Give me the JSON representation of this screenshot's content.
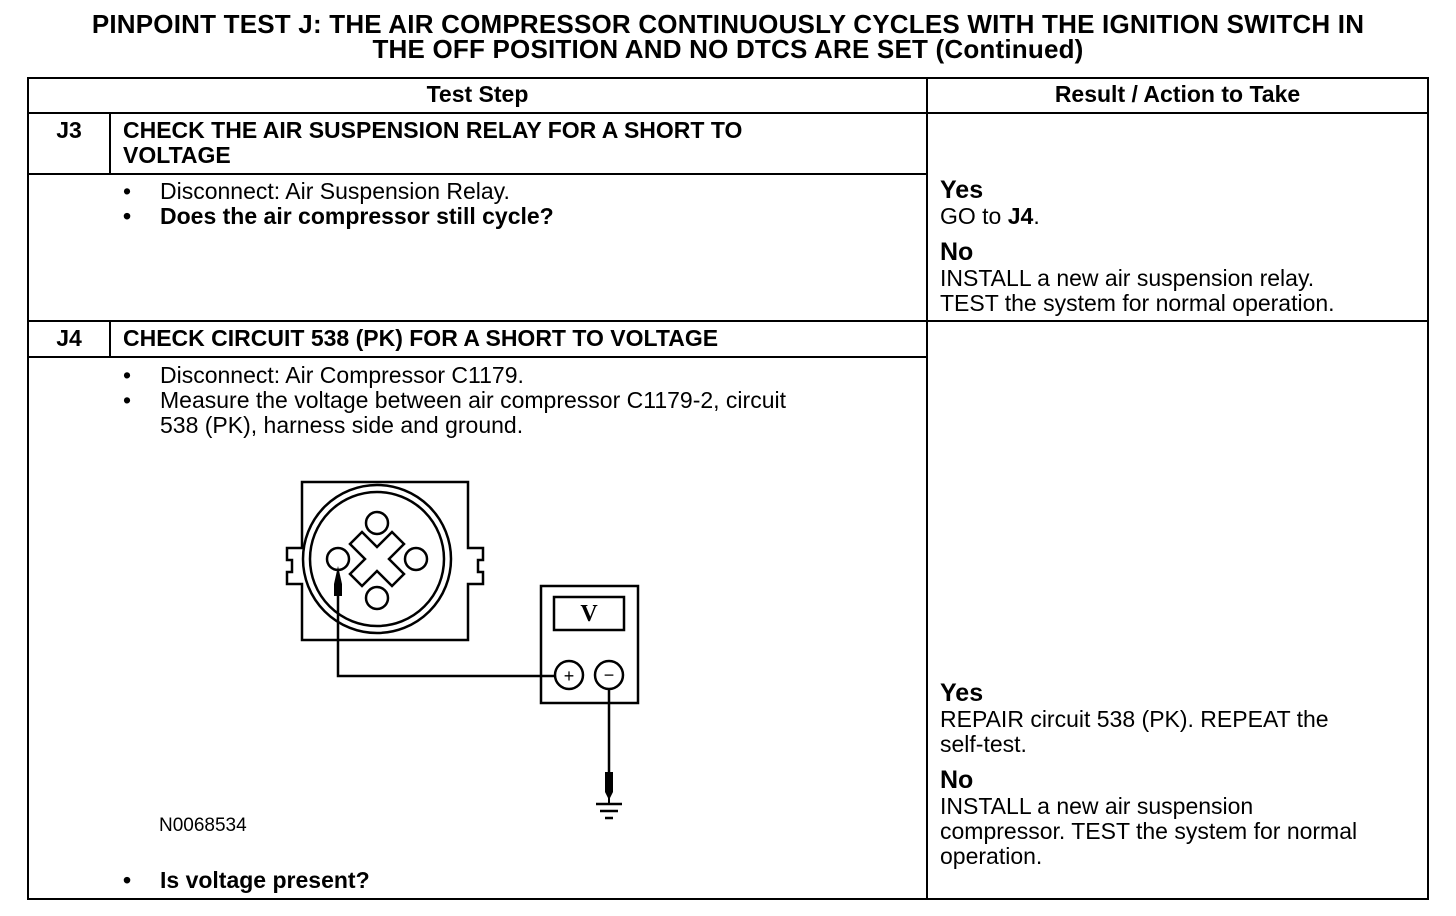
{
  "title": {
    "line1": "PINPOINT TEST J: THE AIR COMPRESSOR CONTINUOUSLY CYCLES WITH THE IGNITION SWITCH IN",
    "line2": "THE OFF POSITION AND NO DTCS ARE SET (Continued)"
  },
  "header": {
    "test_step": "Test Step",
    "result": "Result / Action to Take"
  },
  "j3": {
    "id": "J3",
    "heading_line1": "CHECK THE AIR SUSPENSION RELAY FOR A SHORT TO",
    "heading_line2": "VOLTAGE",
    "step1": "Disconnect: Air Suspension Relay.",
    "step2": "Does the air compressor still cycle?",
    "yes_label": "Yes",
    "yes_action": "GO to",
    "yes_target": "J4",
    "yes_period": ".",
    "no_label": "No",
    "no_line1": "INSTALL a new air suspension relay.",
    "no_line2": "TEST the system for normal operation."
  },
  "j4": {
    "id": "J4",
    "heading": "CHECK CIRCUIT 538 (PK) FOR A SHORT TO VOLTAGE",
    "step1": "Disconnect: Air Compressor C1179.",
    "step2_line1": "Measure the voltage between air compressor C1179-2, circuit",
    "step2_line2": "538 (PK), harness side and ground.",
    "figure_id": "N0068534",
    "meter_symbol": "V",
    "plus_symbol": "+",
    "minus_symbol": "−",
    "step3": "Is voltage present?",
    "yes_label": "Yes",
    "yes_line1": "REPAIR circuit 538 (PK). REPEAT the",
    "yes_line2": "self-test.",
    "no_label": "No",
    "no_line1": "INSTALL a new air suspension",
    "no_line2": "compressor. TEST the system for normal",
    "no_line3": "operation."
  }
}
